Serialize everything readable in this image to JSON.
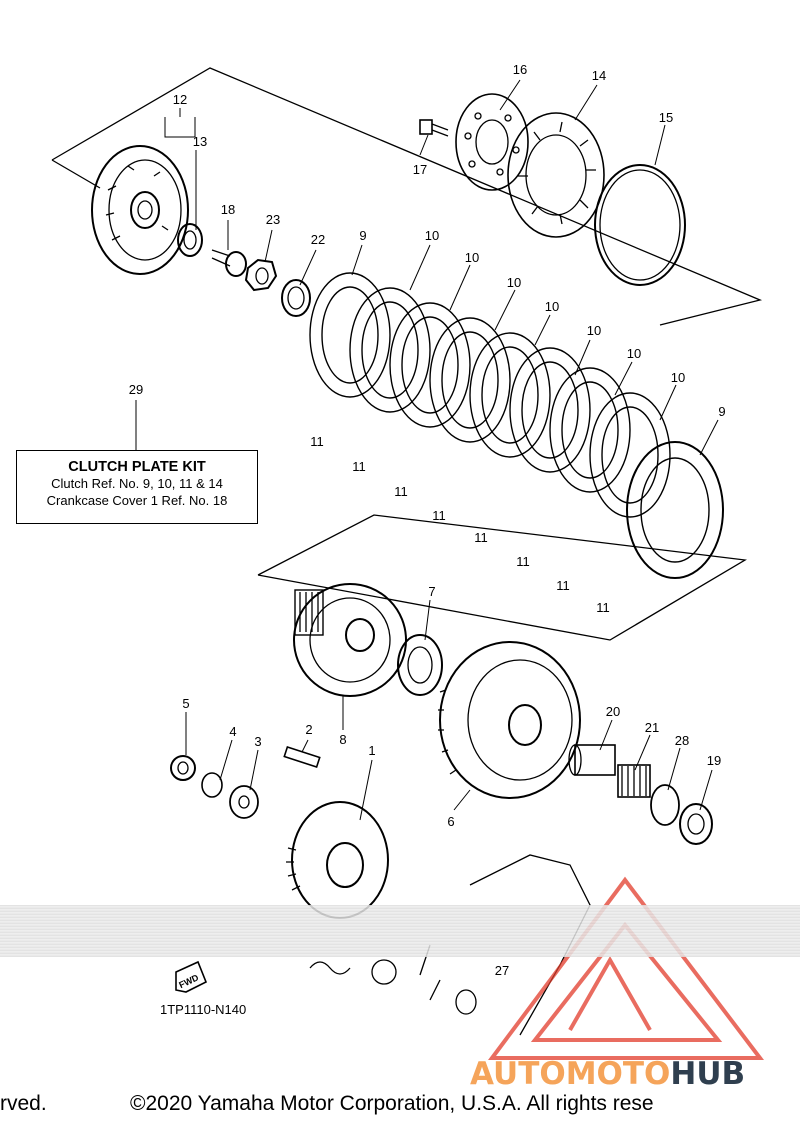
{
  "kit": {
    "callout": "29",
    "title": "CLUTCH PLATE KIT",
    "line1": "Clutch Ref. No. 9, 10, 11 & 14",
    "line2": "Crankcase Cover 1 Ref. No. 18"
  },
  "callouts": {
    "c12": "12",
    "c13": "13",
    "c16": "16",
    "c14": "14",
    "c15": "15",
    "c17": "17",
    "c18": "18",
    "c23": "23",
    "c22": "22",
    "c9a": "9",
    "c9b": "9",
    "c10a": "10",
    "c10b": "10",
    "c10c": "10",
    "c10d": "10",
    "c10e": "10",
    "c10f": "10",
    "c10g": "10",
    "c11a": "11",
    "c11b": "11",
    "c11c": "11",
    "c11d": "11",
    "c11e": "11",
    "c11f": "11",
    "c11g": "11",
    "c11h": "11",
    "c7": "7",
    "c8": "8",
    "c5": "5",
    "c4": "4",
    "c3": "3",
    "c2": "2",
    "c1": "1",
    "c6": "6",
    "c20": "20",
    "c21": "21",
    "c28": "28",
    "c19": "19",
    "c27": "27"
  },
  "fwd_label": "FWD",
  "diagram_code": "1TP1110-N140",
  "footer": {
    "left": "rved.",
    "right": "©2020 Yamaha Motor Corporation, U.S.A. All rights rese"
  },
  "watermark": {
    "part1": "AUTOMOTO",
    "part2": "HUB",
    "colors": {
      "accent": "#f5a45a",
      "dark": "#2f3f4f",
      "red": "#e23c2b"
    }
  }
}
